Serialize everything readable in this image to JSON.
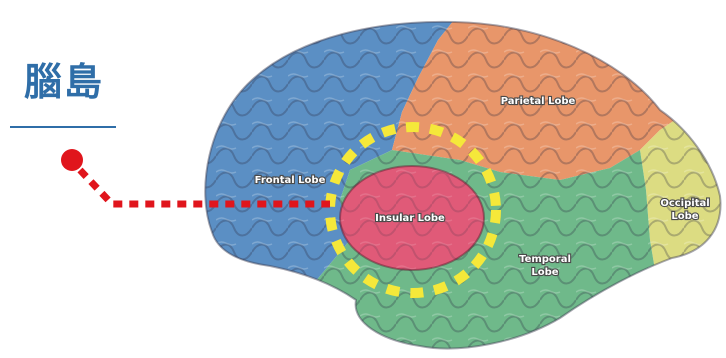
{
  "heading": "腦島",
  "lobes": {
    "frontal": "Frontal Lobe",
    "parietal": "Parietal Lobe",
    "occipital_line1": "Occipital",
    "occipital_line2": "Lobe",
    "insular": "Insular Lobe",
    "temporal_line1": "Temporal",
    "temporal_line2": "Lobe"
  },
  "colors": {
    "frontal": "#5b8fc4",
    "parietal": "#e8966a",
    "occipital": "#dcdc82",
    "temporal": "#6fb98a",
    "insular": "#e05a78",
    "highlight_circle": "#f5e83a",
    "pointer_line": "#e0151c",
    "heading": "#2f6ea8"
  }
}
